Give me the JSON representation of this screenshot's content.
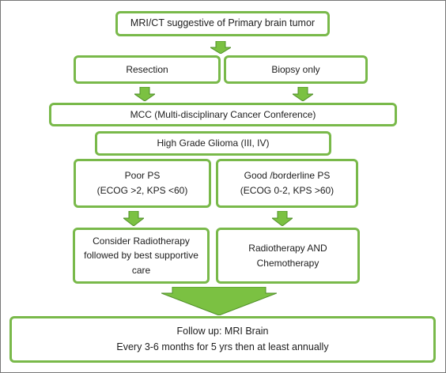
{
  "colors": {
    "box_border": "#79b94a",
    "arrow_fill": "#7bc142",
    "arrow_edge": "#4f8f28",
    "frame_border": "#777777",
    "text": "#1d1d1d"
  },
  "flowchart": {
    "start": "MRI/CT suggestive of Primary brain tumor",
    "resection": "Resection",
    "biopsy": "Biopsy only",
    "mcc": "MCC (Multi-disciplinary Cancer Conference)",
    "hgg": "High Grade Glioma (III, IV)",
    "poor_ps": {
      "line1": "Poor PS",
      "line2": "(ECOG >2, KPS <60)"
    },
    "good_ps": {
      "line1": "Good /borderline PS",
      "line2": "(ECOG 0-2, KPS >60)"
    },
    "radiotherapy_supportive": {
      "line1": "Consider Radiotherapy",
      "line2": "followed by best supportive",
      "line3": "care"
    },
    "radio_chemo": {
      "line1": "Radiotherapy AND",
      "line2": "Chemotherapy"
    },
    "follow_up": {
      "line1": "Follow up: MRI Brain",
      "line2": "Every 3-6 months for 5 yrs then at least annually"
    }
  }
}
